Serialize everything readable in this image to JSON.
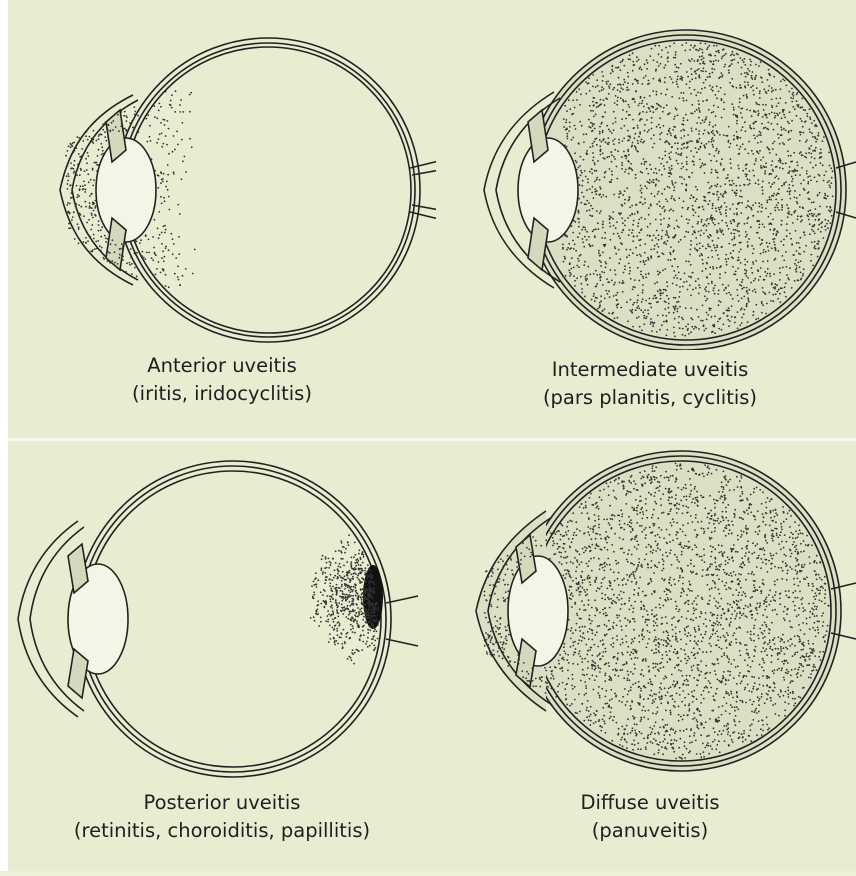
{
  "panels": [
    {
      "title": "Anterior uveitis",
      "subtitle": "(iritis, iridocyclitis)"
    },
    {
      "title": "Intermediate uveitis",
      "subtitle": "(pars planitis, cyclitis)"
    },
    {
      "title": "Posterior uveitis",
      "subtitle": "(retinitis, choroiditis, papillitis)"
    },
    {
      "title": "Diffuse uveitis",
      "subtitle": "(panuveitis)"
    }
  ],
  "colors": {
    "background": "#e9ecd0",
    "ink": "#1f1f1f",
    "lesion": "#111111"
  }
}
